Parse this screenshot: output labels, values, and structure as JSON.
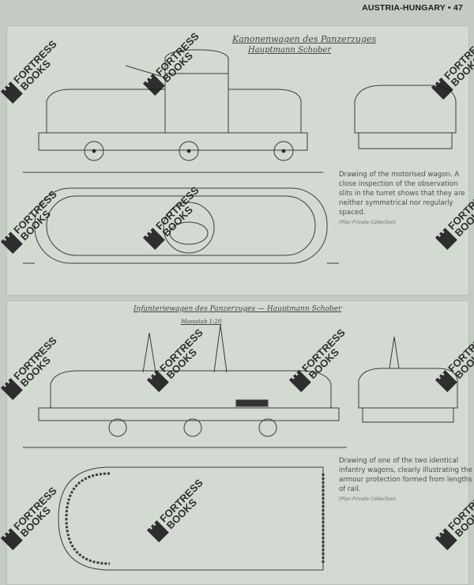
{
  "running_head": "AUSTRIA-HUNGARY • 47",
  "plates": [
    {
      "title_line1": "Kanonenwagen des Panzerzuges",
      "title_line2": "Hauptmann Schober",
      "caption": "Drawing of the motorised wagon. A close inspection of the observation slits in the turret shows that they are neither symmetrical nor regularly spaced.",
      "credit": "(Plon Private Collection)"
    },
    {
      "title_line1": "Infanteriewagen des Panzerzuges — Hauptmann Schober",
      "scale": "Massstab 1:20",
      "caption": "Drawing of one of the two identical infantry wagons, clearly illustrating the armour protection formed from lengths of rail.",
      "credit": "(Plon Private Collection)"
    }
  ],
  "watermark": {
    "line1": "FORTRESS",
    "line2": "BOOKS"
  },
  "colors": {
    "page": "#c4cbc3",
    "plate": "#d3dad1",
    "ink": "#3a3d3a"
  }
}
